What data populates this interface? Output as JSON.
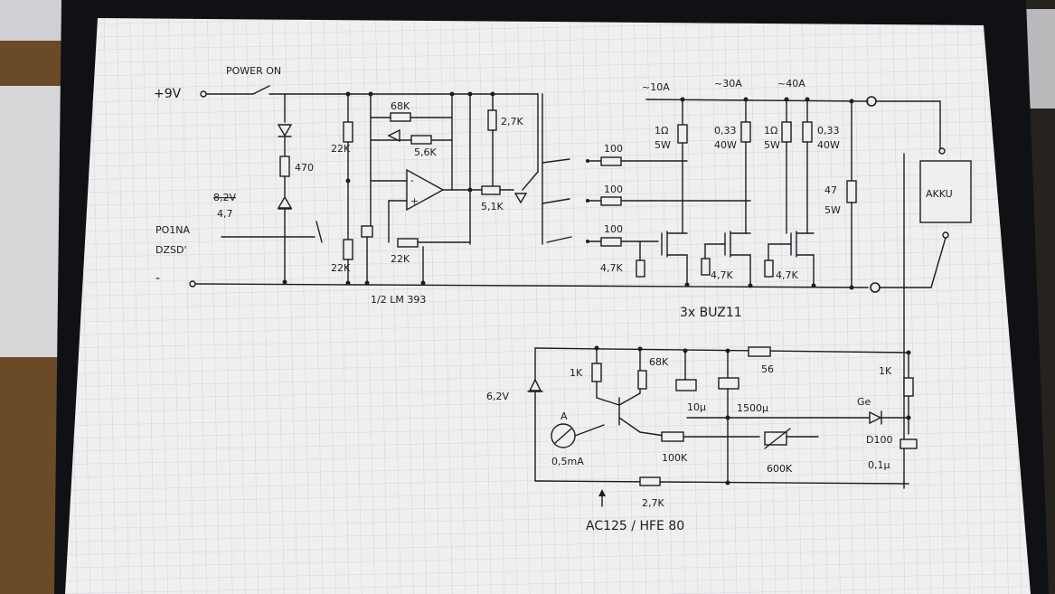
{
  "labels": {
    "plus9v": "+9V",
    "power_on": "POWER ON",
    "r470": "470",
    "z_crossed": "8,2V",
    "z47": "4,7",
    "pojna": "PO1NA",
    "dzsd": "DZSD'",
    "minus": "-",
    "r68k_top": "68K",
    "r56k": "5,6K",
    "r27k_top": "2,7K",
    "r22k_a": "22K",
    "r22k_b": "22K",
    "r22k_c": "22K",
    "r51k": "5,1K",
    "lm393": "1/2 LM 393",
    "n10a": "~10A",
    "n30a": "~30A",
    "n40a": "~40A",
    "r1ohm_a": "1Ω",
    "w5_a": "5W",
    "r033_a": "0,33",
    "w40_a": "40W",
    "r1ohm_b": "1Ω",
    "w5_b": "5W",
    "r033_b": "0,33",
    "w40_b": "40W",
    "r100_a": "100",
    "r100_b": "100",
    "r100_c": "100",
    "r47k_a": "4,7K",
    "r47k_b": "4,7K",
    "r47k_c": "4,7K",
    "r47": "47",
    "w5_c": "5W",
    "akku": "AKKU",
    "buz11": "3x BUZ11",
    "z62": "6,2V",
    "r1k_a": "1K",
    "r68k_b": "68K",
    "c10u": "10µ",
    "c1500u": "1500µ",
    "r56": "56",
    "r1k_b": "1K",
    "ge": "Ge",
    "d1001": "D100",
    "c01u": "0,1µ",
    "meter": "A",
    "m05ma": "0,5mA",
    "r100k": "100K",
    "r600k": "600K",
    "r27k_b": "2,7K",
    "ac125": "AC125 / HFE 80"
  },
  "colors": {
    "paper": "#efefef",
    "grid": "#c9cdd6",
    "ink": "#1c1c24",
    "frame": "#101114",
    "desk": "#6b4a28"
  }
}
